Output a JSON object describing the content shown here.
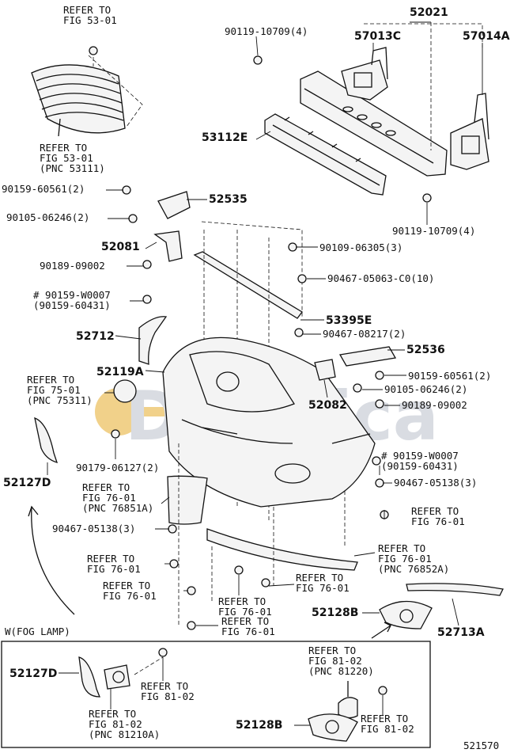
{
  "watermark": "Detalica",
  "inset_title": "W(FOG LAMP)",
  "figure_number": "521570",
  "labels": {
    "ref_53_top": "REFER TO|FIG 53-01",
    "n52021": "52021",
    "n57013c": "57013C",
    "n57014a": "57014A",
    "n90119_a": "90119-10709(4)",
    "ref_53_grille": "REFER TO|FIG 53-01|(PNC 53111)",
    "n53112e": "53112E",
    "n90159_a": "90159-60561(2)",
    "n52535": "52535",
    "n90105_a": "90105-06246(2)",
    "n90119_b": "90119-10709(4)",
    "n52081": "52081",
    "n90109": "90109-06305(3)",
    "n90189_a": "90189-09002",
    "n90467_a": "90467-05063-C0(10)",
    "n90159_w_a": "# 90159-W0007|(90159-60431)",
    "n53395e": "53395E",
    "n52712": "52712",
    "n90467_b": "90467-08217(2)",
    "n52536": "52536",
    "n52119a": "52119A",
    "n90159_b": "90159-60561(2)",
    "ref_75": "REFER TO|FIG 75-01|(PNC 75311)",
    "n90105_b": "90105-06246(2)",
    "n52082": "52082",
    "n90189_b": "90189-09002",
    "n90179": "90179-06127(2)",
    "n90159_w_b": "# 90159-W0007|(90159-60431)",
    "n52127d": "52127D",
    "ref_76_851": "REFER TO|FIG 76-01|(PNC 76851A)",
    "n90467_c": "90467-05138(3)",
    "n90467_d": "90467-05138(3)",
    "ref_76_right": "REFER TO|FIG 76-01",
    "ref_76_a": "REFER TO|FIG 76-01",
    "ref_76_852": "REFER TO|FIG 76-01|(PNC 76852A)",
    "ref_76_b": "REFER TO|FIG 76-01",
    "ref_76_c": "REFER TO|FIG 76-01",
    "ref_76_d": "REFER TO|FIG 76-01",
    "ref_76_e": "REFER TO|FIG 76-01",
    "n52128b": "52128B",
    "n52713a": "52713A",
    "w_52127d": "52127D",
    "w_ref_81_top": "REFER TO|FIG 81-02",
    "w_ref_81_210": "REFER TO|FIG 81-02|(PNC 81210A)",
    "w_ref_81_220": "REFER TO|FIG 81-02|(PNC 81220)",
    "w_ref_81_right": "REFER TO|FIG 81-02",
    "w_52128b": "52128B"
  }
}
